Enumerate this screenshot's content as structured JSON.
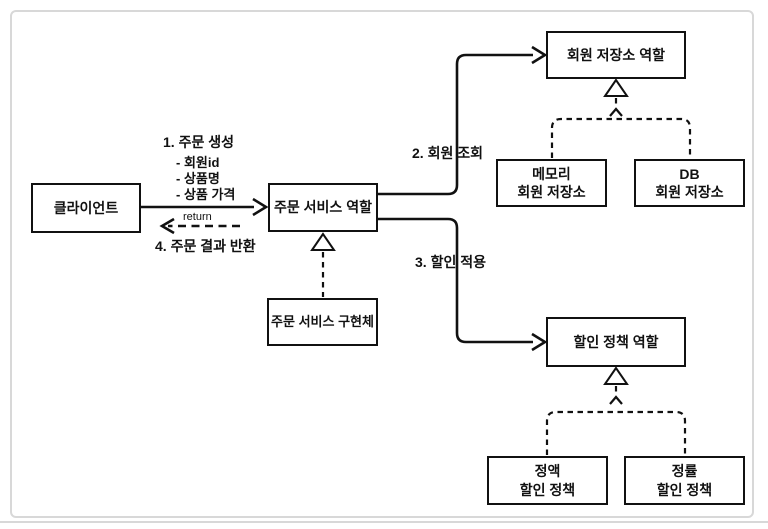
{
  "diagram": {
    "boxes": {
      "client": {
        "label": "클라이언트"
      },
      "order_service_role": {
        "label": "주문 서비스 역할"
      },
      "order_service_impl": {
        "label": "주문 서비스 구현체"
      },
      "member_repo_role": {
        "label": "회원 저장소 역할"
      },
      "memory_member_repo": {
        "line1": "메모리",
        "line2": "회원 저장소"
      },
      "db_member_repo": {
        "line1": "DB",
        "line2": "회원 저장소"
      },
      "discount_policy_role": {
        "label": "할인 정책 역할"
      },
      "fixed_discount_policy": {
        "line1": "정액",
        "line2": "할인 정책"
      },
      "rate_discount_policy": {
        "line1": "정률",
        "line2": "할인 정책"
      }
    },
    "labels": {
      "step1_title": "1. 주문 생성",
      "step1_items": [
        "- 회원id",
        "- 상품명",
        "- 상품 가격"
      ],
      "return_label": "return",
      "step4_title": "4. 주문 결과 반환",
      "step2_title": "2. 회원 조회",
      "step3_title": "3. 할인 적용"
    },
    "colors": {
      "line": "#111111",
      "box_fill": "#ffffff",
      "frame_border": "#d8d8d8"
    }
  }
}
